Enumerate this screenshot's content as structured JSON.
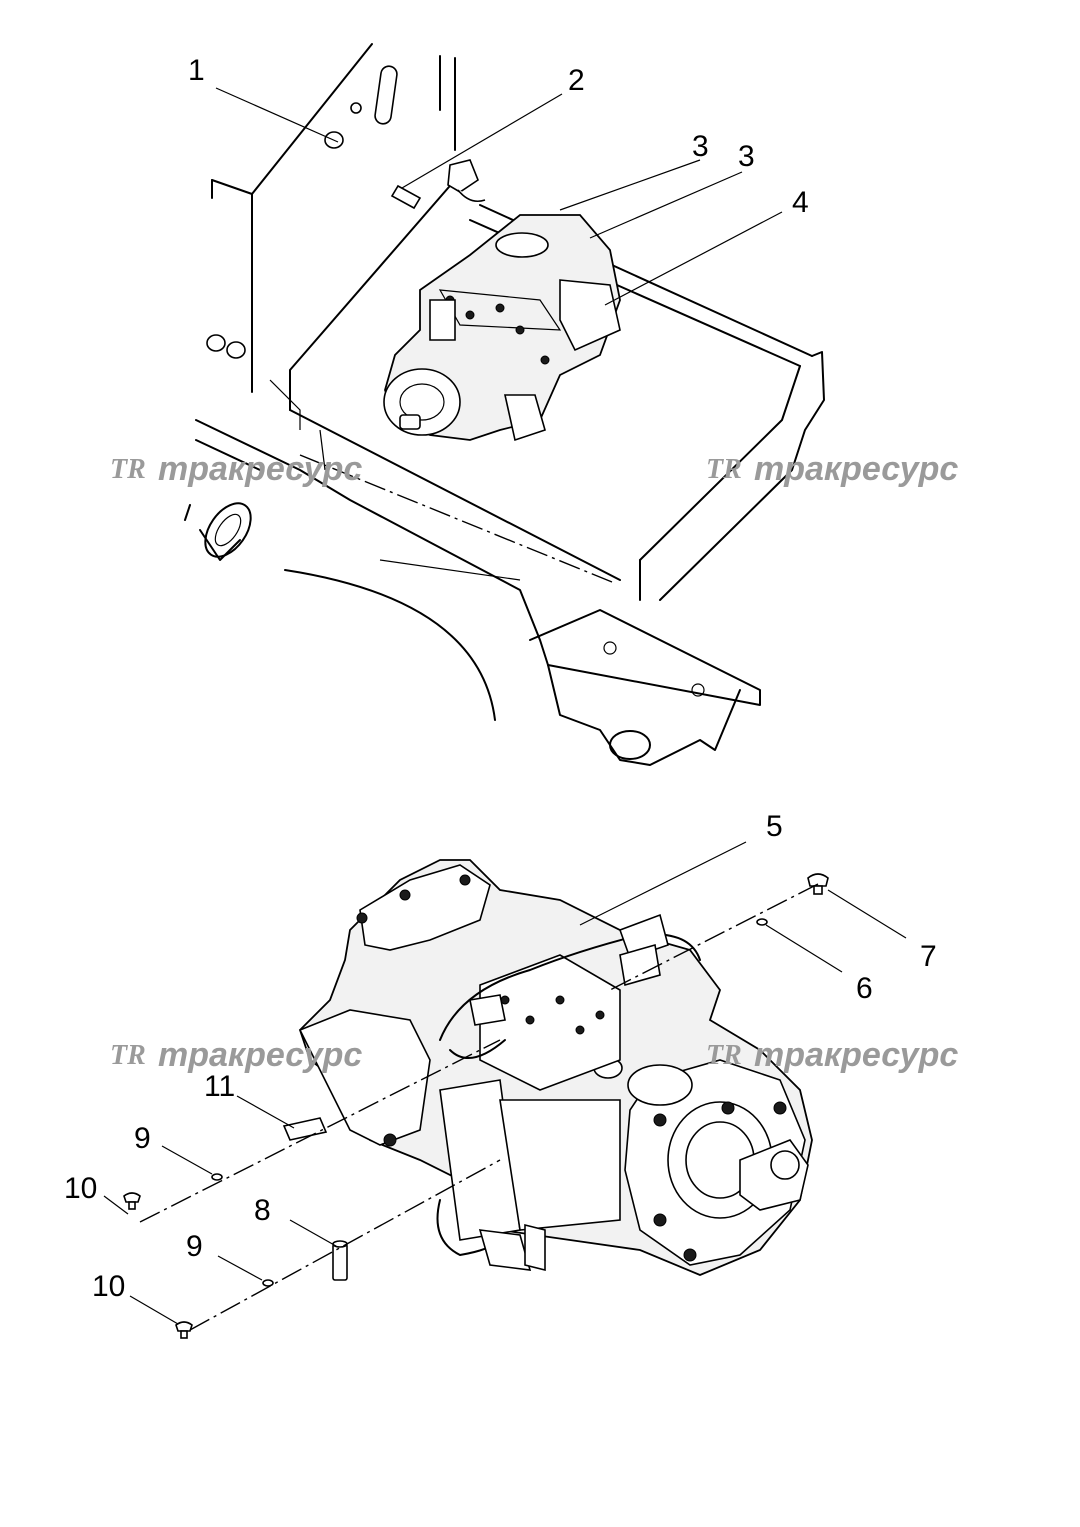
{
  "watermark": {
    "logo": "TR",
    "text": "тракресурс"
  },
  "callouts": {
    "c1": "1",
    "c2": "2",
    "c3a": "3",
    "c3b": "3",
    "c4": "4",
    "c5": "5",
    "c6": "6",
    "c7": "7",
    "c8": "8",
    "c9a": "9",
    "c9b": "9",
    "c10a": "10",
    "c10b": "10",
    "c11": "11"
  }
}
